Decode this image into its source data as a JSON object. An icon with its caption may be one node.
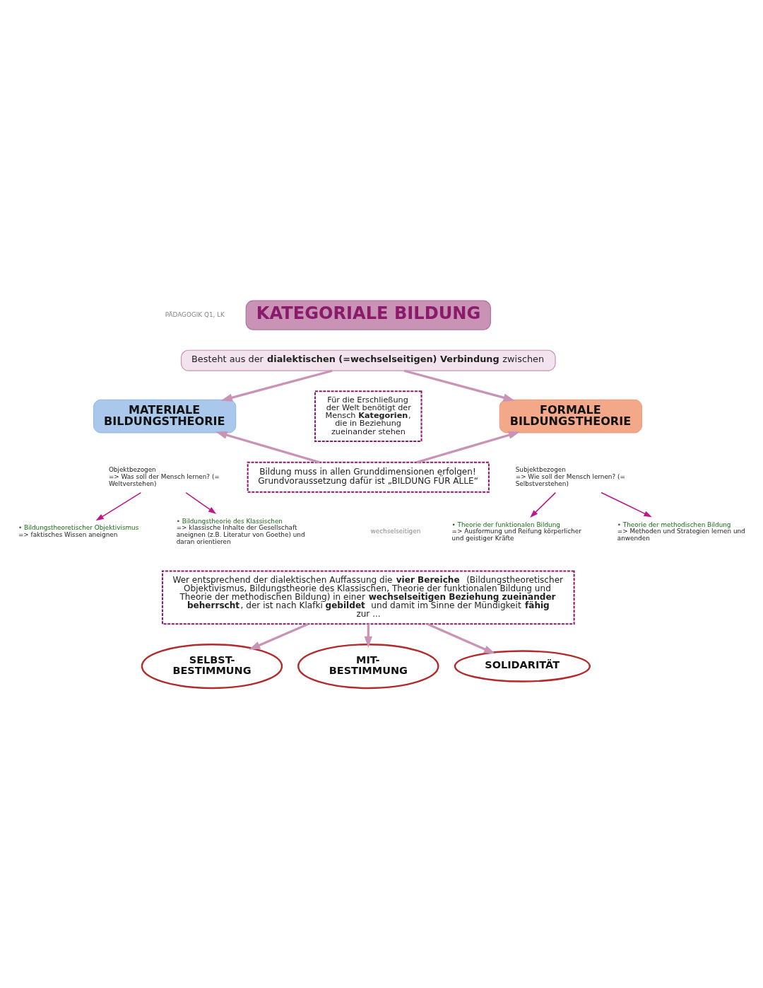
{
  "diagram": {
    "nodes": [
      {
        "text": [
          "KATEGORIALE BILDUNG"
        ]
      },
      {
        "text": [
          "Besteht aus der **dialektischen (=wechselseitigen) Verbindung** zwischen"
        ]
      },
      {
        "text": [
          "MATERIALE BILDUNGSTHEORIE"
        ]
      },
      {
        "text": [
          "Für die Erschließung der Welt benötigt der Mensch **Kategorien**, die in Beziehung zueinander stehen"
        ]
      },
      {
        "text": [
          "FORMALE BILDUNGSTHEORIE"
        ]
      },
      {
        "text": [
          "Objektbezogen",
          "=> Was soll der Mensch lernen? (= Weltverstehen)"
        ]
      },
      {
        "text": [
          "• Bildungstheoretischer Objektivismus",
          "=> faktisches Wissen aneignen"
        ]
      },
      {
        "text": [
          "• Bildungstheorie des Klassischen",
          "=> klassische Inhalte der Gesellschaft aneignen (z.B. Literatur von Goethe) und daran orientieren"
        ]
      },
      {
        "text": [
          "Subjektbezogen",
          "=> Wie soll der Mensch lernen? (= Selbstverstehen)"
        ]
      },
      {
        "text": [
          "• Theorie der funktionalen Bildung",
          "=> Ausformung und Reifung körperlicher und geistiger Kräfte"
        ]
      },
      {
        "text": [
          "• Theorie der methodischen Bildung",
          "=> Methoden und Strategien lernen und anwenden"
        ]
      },
      {
        "text": [
          "Bildung muss in allen Grunddimensionen erfolgen!",
          "Grundvoraussetzung dafür ist „BILDUNG FÜR ALLE“"
        ]
      },
      {
        "text": [
          "Wer entsprechend der dialektischen Auffassung die **vier Bereiche** (Bildungstheoretischer Objektivismus, Bildungstheorie des Klassischen, Theorie der funktionalen Bildung und Theorie der methodischen Bildung) in einer **wechselseitigen Beziehung zueinander beherrscht**, der ist nach Klafki **gebildet** und damit im Sinne der Mündigkeit **fähig** zur ..."
        ]
      },
      {
        "text": [
          "SELBST- BESTIMMUNG"
        ]
      },
      {
        "text": [
          "MIT- BESTIMMUNG"
        ]
      },
      {
        "text": [
          "SOLIDARITÄT"
        ]
      }
    ],
    "edges": [
      {
        "from": 1,
        "to": 2,
        "arrow": "to"
      },
      {
        "from": 1,
        "to": 4,
        "arrow": "to"
      },
      {
        "from": 5,
        "to": 6,
        "arrow": "to",
        "color": "#c0168c"
      },
      {
        "from": 5,
        "to": 7,
        "arrow": "to",
        "color": "#c0168c"
      },
      {
        "from": 8,
        "to": 9,
        "arrow": "to",
        "color": "#c0168c"
      },
      {
        "from": 8,
        "to": 10,
        "arrow": "to",
        "color": "#c0168c"
      },
      {
        "from": 11,
        "to": 2,
        "arrow": "to"
      },
      {
        "from": 11,
        "to": 4,
        "arrow": "to"
      },
      {
        "from": 12,
        "to": 13,
        "arrow": "to"
      },
      {
        "from": 12,
        "to": 14,
        "arrow": "to"
      },
      {
        "from": 12,
        "to": 15,
        "arrow": "to"
      }
    ],
    "labels": [
      "PÄDAGOGIK Q1, LK",
      "wechselseitigen"
    ]
  }
}
